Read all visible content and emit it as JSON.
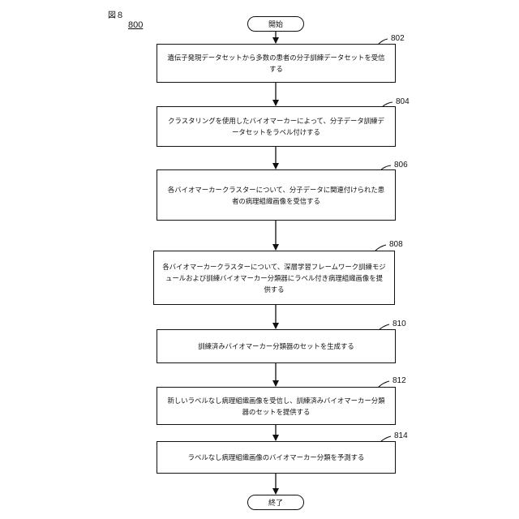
{
  "figure": {
    "label": "図８",
    "ref": "800"
  },
  "start": {
    "label": "開始"
  },
  "end": {
    "label": "終了"
  },
  "steps": [
    {
      "num": "802",
      "text": "遺伝子発現データセットから多数の患者の分子訓練データセットを受信する"
    },
    {
      "num": "804",
      "text": "クラスタリングを使用したバイオマーカーによって、分子データ訓練データセットをラベル付けする"
    },
    {
      "num": "806",
      "text": "各バイオマーカークラスターについて、分子データに関連付けられた患者の病理組織画像を受信する"
    },
    {
      "num": "808",
      "text": "各バイオマーカークラスターについて、深層学習フレームワーク訓練モジュールおよび訓練バイオマーカー分類器にラベル付き病理組織画像を提供する"
    },
    {
      "num": "810",
      "text": "訓練済みバイオマーカー分類器のセットを生成する"
    },
    {
      "num": "812",
      "text": "新しいラベルなし病理組織画像を受信し、訓練済みバイオマーカー分類器のセットを提供する"
    },
    {
      "num": "814",
      "text": "ラベルなし病理組織画像のバイオマーカー分類を予測する"
    }
  ]
}
